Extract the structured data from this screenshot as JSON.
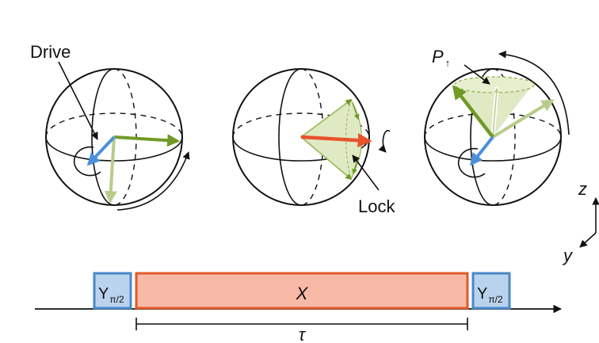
{
  "labels": {
    "drive": "Drive",
    "lock": "Lock",
    "p_main": "P",
    "p_sub": "↑",
    "axis_z": "z",
    "axis_y": "y"
  },
  "pulse": {
    "left_main": "Y",
    "left_sub": "π/2",
    "middle": "X",
    "right_main": "Y",
    "right_sub": "π/2",
    "duration": "τ"
  },
  "colors": {
    "drive_blue": "#4a90d9",
    "green_dark": "#6f9a25",
    "green_light": "#b7cc8a",
    "lock_red": "#e8532c",
    "pulse_blue_fill": "#b9d3ee",
    "pulse_blue_edge": "#4a88c7",
    "pulse_red_fill": "#f8b9a6",
    "pulse_red_edge": "#e05a2a",
    "cone_fill": "#dfe9c4"
  }
}
